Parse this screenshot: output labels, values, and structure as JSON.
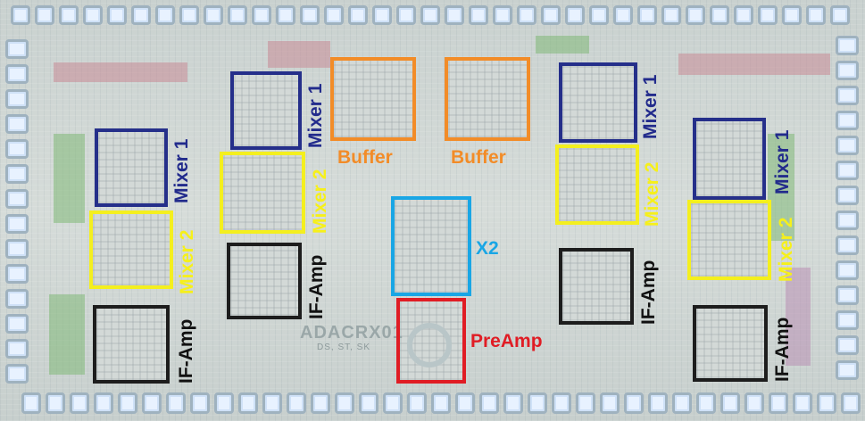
{
  "die": {
    "logo_text": "ADACRX01",
    "logo_subtext": "DS, ST, SK"
  },
  "colors": {
    "mixer1": "#252f8a",
    "mixer2": "#f4ef1e",
    "ifamp": "#1d1d1d",
    "buffer": "#f28c28",
    "x2": "#19a6e5",
    "preamp": "#e01c24"
  },
  "labels": {
    "mixer1": "Mixer 1",
    "mixer2": "Mixer 2",
    "ifamp": "IF-Amp",
    "buffer": "Buffer",
    "x2": "X2",
    "preamp": "PreAmp"
  }
}
